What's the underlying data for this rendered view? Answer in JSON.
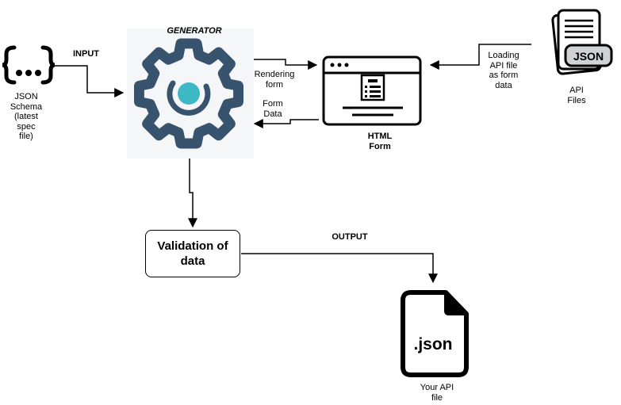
{
  "labels": {
    "input": "INPUT",
    "generator": "GENERATOR",
    "json_schema": "JSON\nSchema\n(latest\nspec\nfile)",
    "rendering_form": "Rendering\nform",
    "form_data": "Form\nData",
    "html_form": "HTML\nForm",
    "loading_api": "Loading\nAPI file\nas form\ndata",
    "api_files": "API\nFiles",
    "validation": "Validation of\ndata",
    "output": "OUTPUT",
    "your_api_file": "Your API\nfile",
    "json_tag": "JSON",
    "json_ext": ".json"
  },
  "colors": {
    "gear": "#37536e",
    "gear_accent": "#3db8c4",
    "gear_bg": "#f4f6f8",
    "line": "#000000"
  },
  "icons": [
    "curly-braces-icon",
    "gear-icon",
    "browser-window-icon",
    "json-files-icon",
    "json-file-icon"
  ]
}
